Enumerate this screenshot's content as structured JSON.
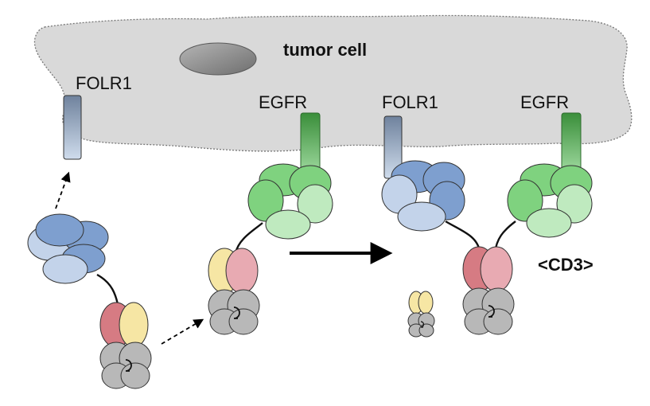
{
  "labels": {
    "cell": "tumor cell",
    "receptor_left": "FOLR1",
    "receptor_mid": "EGFR",
    "receptor_right_1": "FOLR1",
    "receptor_right_2": "EGFR",
    "complex": "<CD3>"
  },
  "colors": {
    "membrane_fill": "#d9d9d9",
    "membrane_stroke": "#777777",
    "nucleus": "#8a8a8a",
    "folr1_receptor": "#8c9fb8",
    "egfr_receptor": "#3f9a3f",
    "blue_domain": "#7e9fcf",
    "blue_light_domain": "#c3d3ea",
    "green_domain": "#7fd27f",
    "green_light_domain": "#bfeabf",
    "red_domain": "#d67b83",
    "pink_domain": "#e8aab2",
    "yellow_domain": "#f6e6a4",
    "gray_domain": "#b8b8b8",
    "arrow": "#000000"
  }
}
